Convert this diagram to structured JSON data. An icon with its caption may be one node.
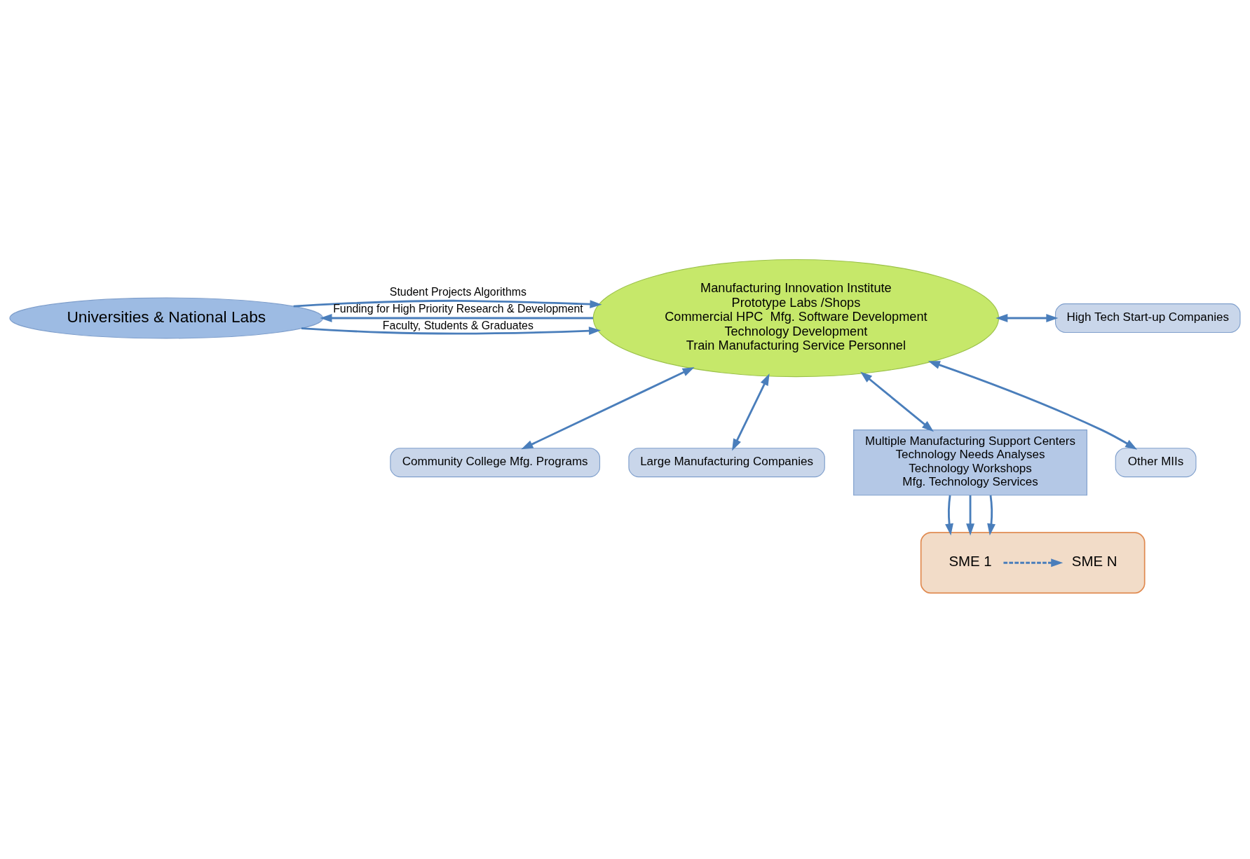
{
  "diagram": {
    "nodes": [
      {
        "text": [
          "Universities & National Labs"
        ]
      },
      {
        "text": [
          "Manufacturing Innovation Institute",
          "Prototype Labs /Shops",
          "Commercial HPC  Mfg. Software Development",
          "Technology Development",
          "Train Manufacturing Service Personnel"
        ]
      },
      {
        "text": [
          "Other MIIs"
        ]
      },
      {
        "text": [
          "Community College Mfg. Programs"
        ]
      },
      {
        "text": [
          "High Tech Start-up Companies"
        ]
      },
      {
        "text": [
          "Large Manufacturing Companies"
        ]
      },
      {
        "text": [
          "Multiple Manufacturing Support Centers",
          "Technology Needs Analyses",
          "Technology Workshops",
          "Mfg. Technology Services"
        ]
      },
      {
        "text": [],
        "shape": "box"
      },
      {
        "text": [
          "SME 1"
        ],
        "in": 7
      },
      {
        "text": [
          "SME N"
        ],
        "in": 7
      }
    ],
    "edges": [
      {
        "from": 0,
        "to": 1,
        "arrow": "to",
        "label": "Faculty, Students & Graduates"
      },
      {
        "from": 0,
        "to": 1,
        "arrow": "to",
        "label": "Student Projects Algorithms"
      },
      {
        "from": 1,
        "to": 0,
        "arrow": "to",
        "label": "Funding for High Priority Research & Development"
      },
      {
        "from": 2,
        "to": 1,
        "arrow": "both"
      },
      {
        "from": 1,
        "to": 3,
        "arrow": "both"
      },
      {
        "from": 1,
        "to": 4,
        "arrow": "both"
      },
      {
        "from": 1,
        "to": 5,
        "arrow": "both"
      },
      {
        "from": 1,
        "to": 6,
        "arrow": "both"
      },
      {
        "from": 6,
        "to": 7,
        "arrow": "to"
      },
      {
        "from": 6,
        "to": 7,
        "arrow": "to"
      },
      {
        "from": 6,
        "to": 7,
        "arrow": "to"
      },
      {
        "from": 8,
        "to": 9,
        "arrow": "to",
        "style": "dashed"
      }
    ]
  }
}
